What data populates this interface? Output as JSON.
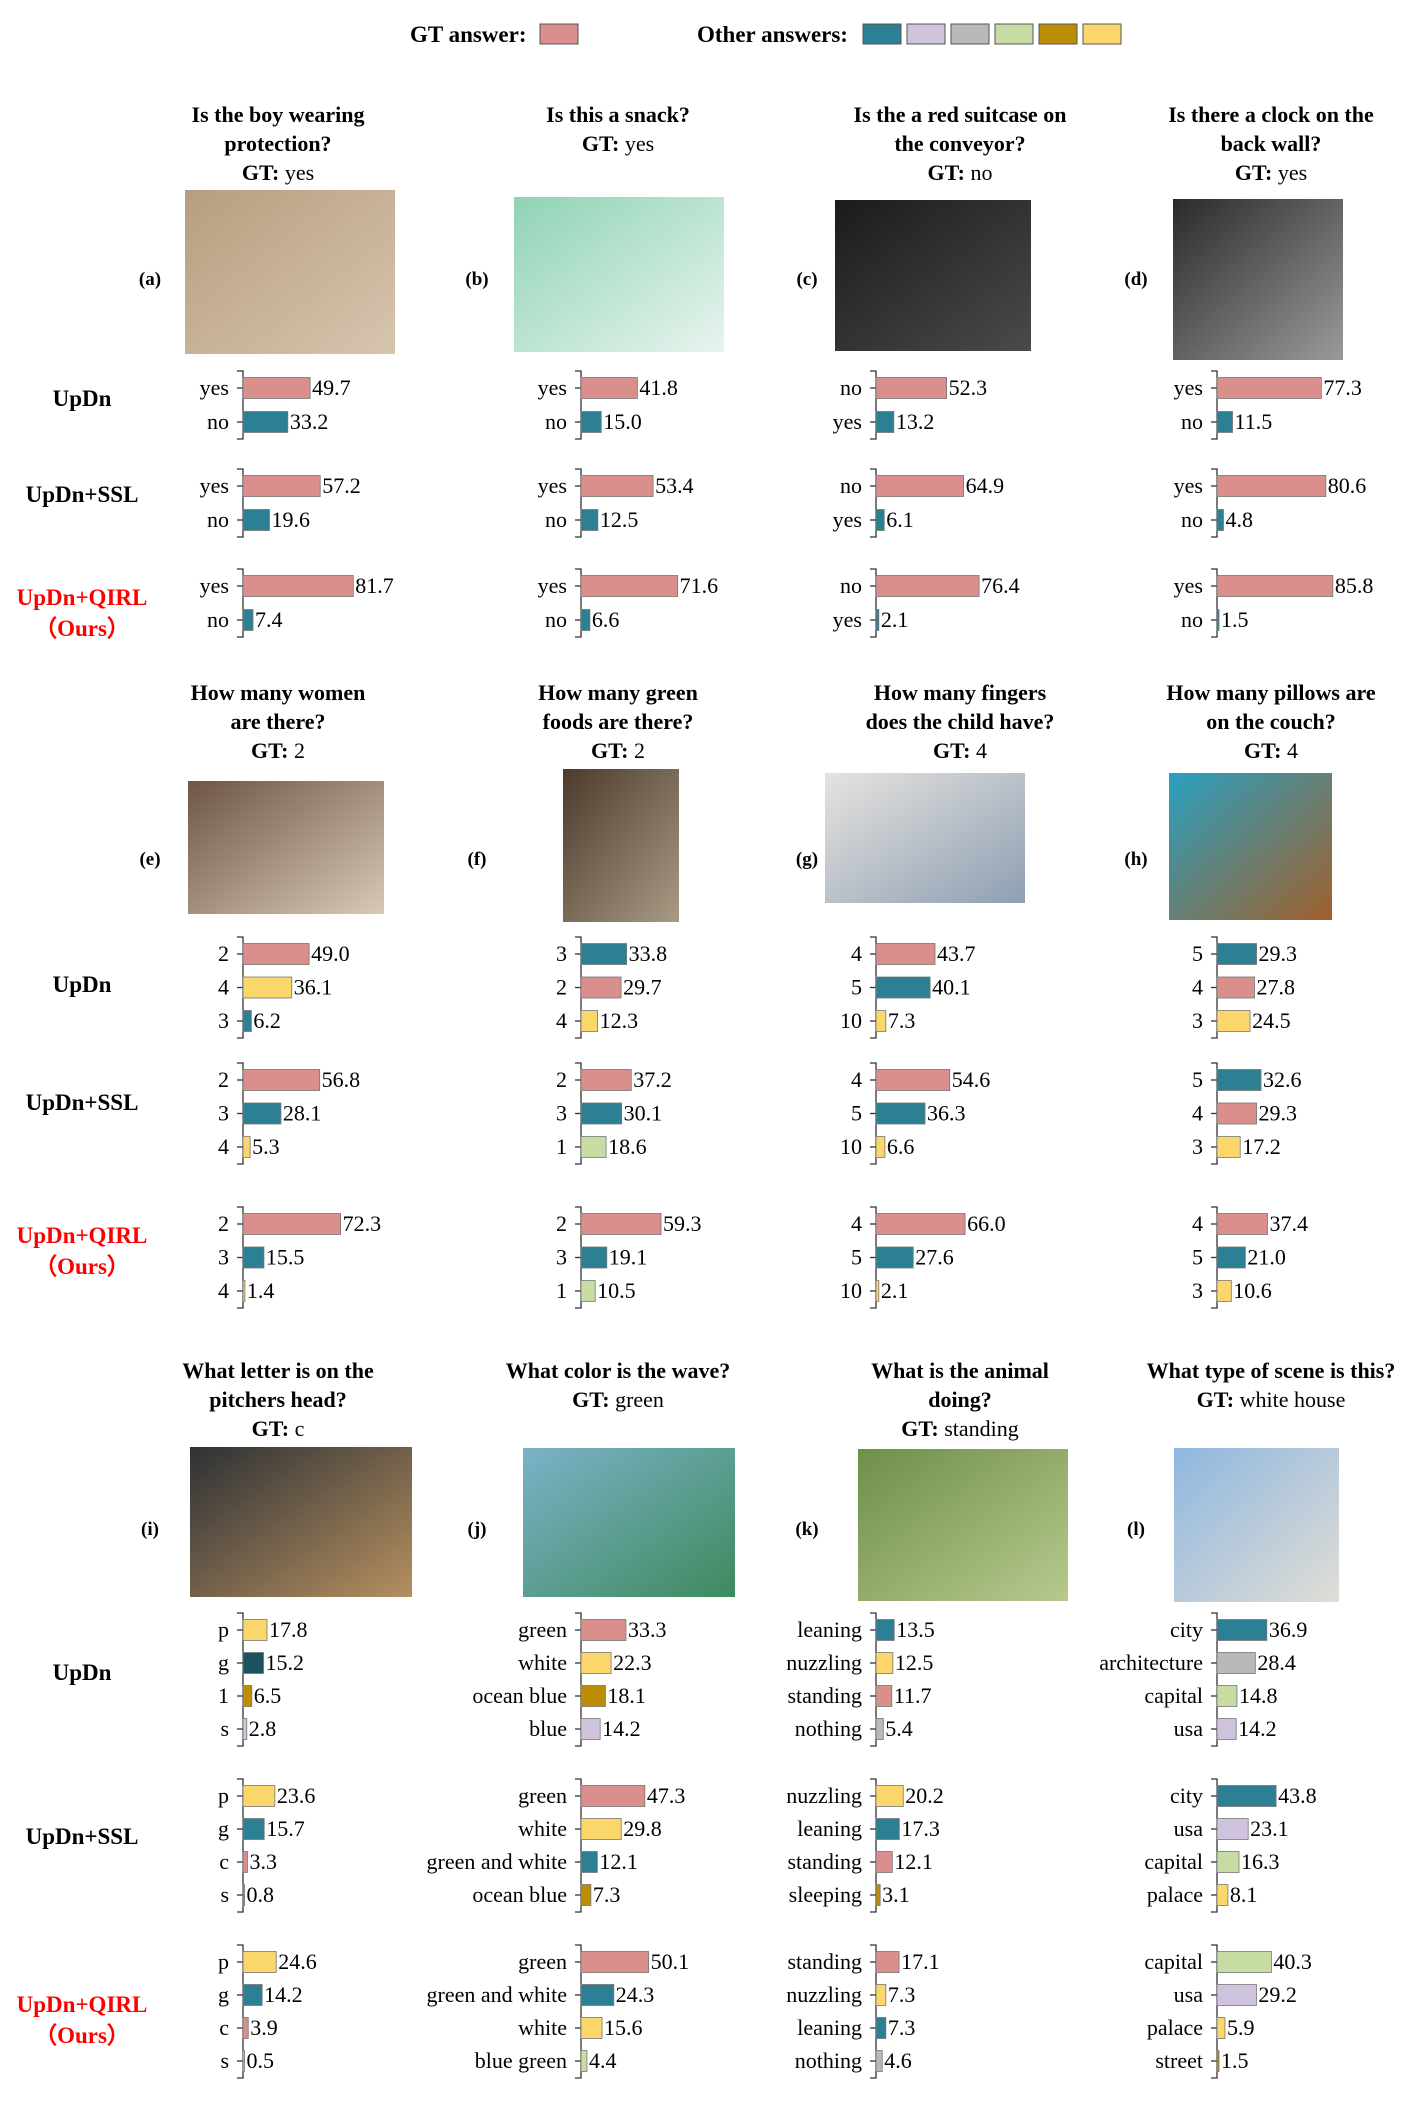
{
  "legend": {
    "gt_label": "GT answer:",
    "other_label": "Other answers:",
    "gt_color": "#d9908c",
    "other_colors": [
      "#2d7f93",
      "#cfc3dd",
      "#b9b9b9",
      "#c6dca2",
      "#bb8e06",
      "#fad66b"
    ]
  },
  "colors": {
    "teal": "#2d7f93",
    "darkteal": "#1d5360",
    "lavender": "#cfc3dd",
    "gray": "#b9b9b9",
    "lightgreen": "#c6dca2",
    "olive": "#bb8e06",
    "yellow": "#fad66b",
    "pink": "#d9908c",
    "ours_red": "#ff0000"
  },
  "methods": [
    "UpDn",
    "UpDn+SSL",
    "UpDn+QIRL",
    "（Ours）"
  ],
  "chart_data": [
    {
      "type": "bar",
      "panel": "(a)",
      "question": [
        "Is the boy wearing",
        "protection?"
      ],
      "gt_label": "GT:",
      "gt": "yes",
      "image": "boy-skateboarding-photo",
      "results": [
        {
          "method": "UpDn",
          "bars": [
            {
              "answer": "yes",
              "value": 49.7,
              "color": "pink"
            },
            {
              "answer": "no",
              "value": 33.2,
              "color": "teal"
            }
          ]
        },
        {
          "method": "UpDn+SSL",
          "bars": [
            {
              "answer": "yes",
              "value": 57.2,
              "color": "pink"
            },
            {
              "answer": "no",
              "value": 19.6,
              "color": "teal"
            }
          ]
        },
        {
          "method": "UpDn+QIRL (Ours)",
          "bars": [
            {
              "answer": "yes",
              "value": 81.7,
              "color": "pink"
            },
            {
              "answer": "no",
              "value": 7.4,
              "color": "teal"
            }
          ]
        }
      ]
    },
    {
      "type": "bar",
      "panel": "(b)",
      "question": [
        "Is this a snack?"
      ],
      "gt_label": "GT:",
      "gt": "yes",
      "image": "lunchbox-photo",
      "results": [
        {
          "method": "UpDn",
          "bars": [
            {
              "answer": "yes",
              "value": 41.8,
              "color": "pink"
            },
            {
              "answer": "no",
              "value": 15.0,
              "color": "teal"
            }
          ]
        },
        {
          "method": "UpDn+SSL",
          "bars": [
            {
              "answer": "yes",
              "value": 53.4,
              "color": "pink"
            },
            {
              "answer": "no",
              "value": 12.5,
              "color": "teal"
            }
          ]
        },
        {
          "method": "UpDn+QIRL (Ours)",
          "bars": [
            {
              "answer": "yes",
              "value": 71.6,
              "color": "pink"
            },
            {
              "answer": "no",
              "value": 6.6,
              "color": "teal"
            }
          ]
        }
      ]
    },
    {
      "type": "bar",
      "panel": "(c)",
      "question": [
        "Is the a red suitcase on",
        "the conveyor?"
      ],
      "gt_label": "GT:",
      "gt": "no",
      "image": "suitcase-photo",
      "results": [
        {
          "method": "UpDn",
          "bars": [
            {
              "answer": "no",
              "value": 52.3,
              "color": "pink"
            },
            {
              "answer": "yes",
              "value": 13.2,
              "color": "teal"
            }
          ]
        },
        {
          "method": "UpDn+SSL",
          "bars": [
            {
              "answer": "no",
              "value": 64.9,
              "color": "pink"
            },
            {
              "answer": "yes",
              "value": 6.1,
              "color": "teal"
            }
          ]
        },
        {
          "method": "UpDn+QIRL (Ours)",
          "bars": [
            {
              "answer": "no",
              "value": 76.4,
              "color": "pink"
            },
            {
              "answer": "yes",
              "value": 2.1,
              "color": "teal"
            }
          ]
        }
      ]
    },
    {
      "type": "bar",
      "panel": "(d)",
      "question": [
        "Is there a clock on the",
        "back wall?"
      ],
      "gt_label": "GT:",
      "gt": "yes",
      "image": "shop-interior-photo",
      "results": [
        {
          "method": "UpDn",
          "bars": [
            {
              "answer": "yes",
              "value": 77.3,
              "color": "pink"
            },
            {
              "answer": "no",
              "value": 11.5,
              "color": "teal"
            }
          ]
        },
        {
          "method": "UpDn+SSL",
          "bars": [
            {
              "answer": "yes",
              "value": 80.6,
              "color": "pink"
            },
            {
              "answer": "no",
              "value": 4.8,
              "color": "teal"
            }
          ]
        },
        {
          "method": "UpDn+QIRL (Ours)",
          "bars": [
            {
              "answer": "yes",
              "value": 85.8,
              "color": "pink"
            },
            {
              "answer": "no",
              "value": 1.5,
              "color": "teal"
            }
          ]
        }
      ]
    },
    {
      "type": "bar",
      "panel": "(e)",
      "question": [
        "How many women",
        "are there?"
      ],
      "gt_label": "GT:",
      "gt": "2",
      "image": "people-gaming-photo",
      "results": [
        {
          "method": "UpDn",
          "bars": [
            {
              "answer": "2",
              "value": 49.0,
              "color": "pink"
            },
            {
              "answer": "4",
              "value": 36.1,
              "color": "yellow"
            },
            {
              "answer": "3",
              "value": 6.2,
              "color": "teal"
            }
          ]
        },
        {
          "method": "UpDn+SSL",
          "bars": [
            {
              "answer": "2",
              "value": 56.8,
              "color": "pink"
            },
            {
              "answer": "3",
              "value": 28.1,
              "color": "teal"
            },
            {
              "answer": "4",
              "value": 5.3,
              "color": "yellow"
            }
          ]
        },
        {
          "method": "UpDn+QIRL (Ours)",
          "bars": [
            {
              "answer": "2",
              "value": 72.3,
              "color": "pink"
            },
            {
              "answer": "3",
              "value": 15.5,
              "color": "teal"
            },
            {
              "answer": "4",
              "value": 1.4,
              "color": "yellow"
            }
          ]
        }
      ]
    },
    {
      "type": "bar",
      "panel": "(f)",
      "question": [
        "How many green",
        "foods are there?"
      ],
      "gt_label": "GT:",
      "gt": "2",
      "image": "food-plates-photo",
      "results": [
        {
          "method": "UpDn",
          "bars": [
            {
              "answer": "3",
              "value": 33.8,
              "color": "teal"
            },
            {
              "answer": "2",
              "value": 29.7,
              "color": "pink"
            },
            {
              "answer": "4",
              "value": 12.3,
              "color": "yellow"
            }
          ]
        },
        {
          "method": "UpDn+SSL",
          "bars": [
            {
              "answer": "2",
              "value": 37.2,
              "color": "pink"
            },
            {
              "answer": "3",
              "value": 30.1,
              "color": "teal"
            },
            {
              "answer": "1",
              "value": 18.6,
              "color": "lightgreen"
            }
          ]
        },
        {
          "method": "UpDn+QIRL (Ours)",
          "bars": [
            {
              "answer": "2",
              "value": 59.3,
              "color": "pink"
            },
            {
              "answer": "3",
              "value": 19.1,
              "color": "teal"
            },
            {
              "answer": "1",
              "value": 10.5,
              "color": "lightgreen"
            }
          ]
        }
      ]
    },
    {
      "type": "bar",
      "panel": "(g)",
      "question": [
        "How many fingers",
        "does the child have?"
      ],
      "gt_label": "GT:",
      "gt": "4",
      "image": "child-hand-crib-photo",
      "results": [
        {
          "method": "UpDn",
          "bars": [
            {
              "answer": "4",
              "value": 43.7,
              "color": "pink"
            },
            {
              "answer": "5",
              "value": 40.1,
              "color": "teal"
            },
            {
              "answer": "10",
              "value": 7.3,
              "color": "yellow"
            }
          ]
        },
        {
          "method": "UpDn+SSL",
          "bars": [
            {
              "answer": "4",
              "value": 54.6,
              "color": "pink"
            },
            {
              "answer": "5",
              "value": 36.3,
              "color": "teal"
            },
            {
              "answer": "10",
              "value": 6.6,
              "color": "yellow"
            }
          ]
        },
        {
          "method": "UpDn+QIRL (Ours)",
          "bars": [
            {
              "answer": "4",
              "value": 66.0,
              "color": "pink"
            },
            {
              "answer": "5",
              "value": 27.6,
              "color": "teal"
            },
            {
              "answer": "10",
              "value": 2.1,
              "color": "yellow"
            }
          ]
        }
      ]
    },
    {
      "type": "bar",
      "panel": "(h)",
      "question": [
        "How many pillows are",
        "on the couch?"
      ],
      "gt_label": "GT:",
      "gt": "4",
      "image": "living-room-photo",
      "results": [
        {
          "method": "UpDn",
          "bars": [
            {
              "answer": "5",
              "value": 29.3,
              "color": "teal"
            },
            {
              "answer": "4",
              "value": 27.8,
              "color": "pink"
            },
            {
              "answer": "3",
              "value": 24.5,
              "color": "yellow"
            }
          ]
        },
        {
          "method": "UpDn+SSL",
          "bars": [
            {
              "answer": "5",
              "value": 32.6,
              "color": "teal"
            },
            {
              "answer": "4",
              "value": 29.3,
              "color": "pink"
            },
            {
              "answer": "3",
              "value": 17.2,
              "color": "yellow"
            }
          ]
        },
        {
          "method": "UpDn+QIRL (Ours)",
          "bars": [
            {
              "answer": "4",
              "value": 37.4,
              "color": "pink"
            },
            {
              "answer": "5",
              "value": 21.0,
              "color": "teal"
            },
            {
              "answer": "3",
              "value": 10.6,
              "color": "yellow"
            }
          ]
        }
      ]
    },
    {
      "type": "bar",
      "panel": "(i)",
      "question": [
        "What letter is on the",
        "pitchers head?"
      ],
      "gt_label": "GT:",
      "gt": "c",
      "image": "baseball-pitcher-photo",
      "results": [
        {
          "method": "UpDn",
          "bars": [
            {
              "answer": "p",
              "value": 17.8,
              "color": "yellow"
            },
            {
              "answer": "g",
              "value": 15.2,
              "color": "darkteal"
            },
            {
              "answer": "1",
              "value": 6.5,
              "color": "olive"
            },
            {
              "answer": "s",
              "value": 2.8,
              "color": "lavender"
            }
          ]
        },
        {
          "method": "UpDn+SSL",
          "bars": [
            {
              "answer": "p",
              "value": 23.6,
              "color": "yellow"
            },
            {
              "answer": "g",
              "value": 15.7,
              "color": "teal"
            },
            {
              "answer": "c",
              "value": 3.3,
              "color": "pink"
            },
            {
              "answer": "s",
              "value": 0.8,
              "color": "olive"
            }
          ]
        },
        {
          "method": "UpDn+QIRL (Ours)",
          "bars": [
            {
              "answer": "p",
              "value": 24.6,
              "color": "yellow"
            },
            {
              "answer": "g",
              "value": 14.2,
              "color": "teal"
            },
            {
              "answer": "c",
              "value": 3.9,
              "color": "pink"
            },
            {
              "answer": "s",
              "value": 0.5,
              "color": "lavender"
            }
          ]
        }
      ]
    },
    {
      "type": "bar",
      "panel": "(j)",
      "question": [
        "What color is the wave?"
      ],
      "gt_label": "GT:",
      "gt": "green",
      "image": "surfer-wave-photo",
      "results": [
        {
          "method": "UpDn",
          "bars": [
            {
              "answer": "green",
              "value": 33.3,
              "color": "pink"
            },
            {
              "answer": "white",
              "value": 22.3,
              "color": "yellow"
            },
            {
              "answer": "ocean blue",
              "value": 18.1,
              "color": "olive"
            },
            {
              "answer": "blue",
              "value": 14.2,
              "color": "lavender"
            }
          ]
        },
        {
          "method": "UpDn+SSL",
          "bars": [
            {
              "answer": "green",
              "value": 47.3,
              "color": "pink"
            },
            {
              "answer": "white",
              "value": 29.8,
              "color": "yellow"
            },
            {
              "answer": "green and white",
              "value": 12.1,
              "color": "teal"
            },
            {
              "answer": "ocean blue",
              "value": 7.3,
              "color": "olive"
            }
          ]
        },
        {
          "method": "UpDn+QIRL (Ours)",
          "bars": [
            {
              "answer": "green",
              "value": 50.1,
              "color": "pink"
            },
            {
              "answer": "green and white",
              "value": 24.3,
              "color": "teal"
            },
            {
              "answer": "white",
              "value": 15.6,
              "color": "yellow"
            },
            {
              "answer": "blue green",
              "value": 4.4,
              "color": "lightgreen"
            }
          ]
        }
      ]
    },
    {
      "type": "bar",
      "panel": "(k)",
      "question": [
        "What is the animal",
        "doing?"
      ],
      "gt_label": "GT:",
      "gt": "standing",
      "image": "zebras-photo",
      "results": [
        {
          "method": "UpDn",
          "bars": [
            {
              "answer": "leaning",
              "value": 13.5,
              "color": "teal"
            },
            {
              "answer": "nuzzling",
              "value": 12.5,
              "color": "yellow"
            },
            {
              "answer": "standing",
              "value": 11.7,
              "color": "pink"
            },
            {
              "answer": "nothing",
              "value": 5.4,
              "color": "gray"
            }
          ]
        },
        {
          "method": "UpDn+SSL",
          "bars": [
            {
              "answer": "nuzzling",
              "value": 20.2,
              "color": "yellow"
            },
            {
              "answer": "leaning",
              "value": 17.3,
              "color": "teal"
            },
            {
              "answer": "standing",
              "value": 12.1,
              "color": "pink"
            },
            {
              "answer": "sleeping",
              "value": 3.1,
              "color": "olive"
            }
          ]
        },
        {
          "method": "UpDn+QIRL (Ours)",
          "bars": [
            {
              "answer": "standing",
              "value": 17.1,
              "color": "pink"
            },
            {
              "answer": "nuzzling",
              "value": 7.3,
              "color": "yellow"
            },
            {
              "answer": "leaning",
              "value": 7.3,
              "color": "teal"
            },
            {
              "answer": "nothing",
              "value": 4.6,
              "color": "gray"
            }
          ]
        }
      ]
    },
    {
      "type": "bar",
      "panel": "(l)",
      "question": [
        "What type of scene is this?"
      ],
      "gt_label": "GT:",
      "gt": "white house",
      "image": "capitol-stop-sign-photo",
      "results": [
        {
          "method": "UpDn",
          "bars": [
            {
              "answer": "city",
              "value": 36.9,
              "color": "teal"
            },
            {
              "answer": "architecture",
              "value": 28.4,
              "color": "gray"
            },
            {
              "answer": "capital",
              "value": 14.8,
              "color": "lightgreen"
            },
            {
              "answer": "usa",
              "value": 14.2,
              "color": "lavender"
            }
          ]
        },
        {
          "method": "UpDn+SSL",
          "bars": [
            {
              "answer": "city",
              "value": 43.8,
              "color": "teal"
            },
            {
              "answer": "usa",
              "value": 23.1,
              "color": "lavender"
            },
            {
              "answer": "capital",
              "value": 16.3,
              "color": "lightgreen"
            },
            {
              "answer": "palace",
              "value": 8.1,
              "color": "yellow"
            }
          ]
        },
        {
          "method": "UpDn+QIRL (Ours)",
          "bars": [
            {
              "answer": "capital",
              "value": 40.3,
              "color": "lightgreen"
            },
            {
              "answer": "usa",
              "value": 29.2,
              "color": "lavender"
            },
            {
              "answer": "palace",
              "value": 5.9,
              "color": "yellow"
            },
            {
              "answer": "street",
              "value": 1.5,
              "color": "olive"
            }
          ]
        }
      ]
    }
  ]
}
